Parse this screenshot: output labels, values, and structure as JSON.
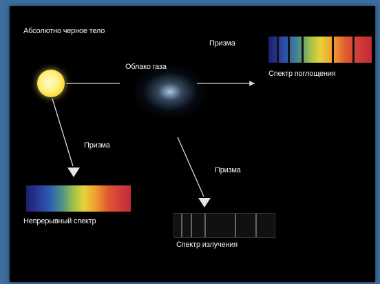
{
  "labels": {
    "blackbody": "Абсолютно черное тело",
    "gas_cloud": "Облако газа",
    "prism_top": "Призма",
    "prism_left": "Призма",
    "prism_right": "Призма",
    "absorption_spectrum": "Спектр поглощения",
    "continuous_spectrum": "Непрерывный спектр",
    "emission_spectrum": "Спектр излучения"
  },
  "colors": {
    "slide_background": "#000000",
    "page_background": "#3d6e9e",
    "arrow": "#d8d8d8",
    "source": "#fff07a"
  }
}
